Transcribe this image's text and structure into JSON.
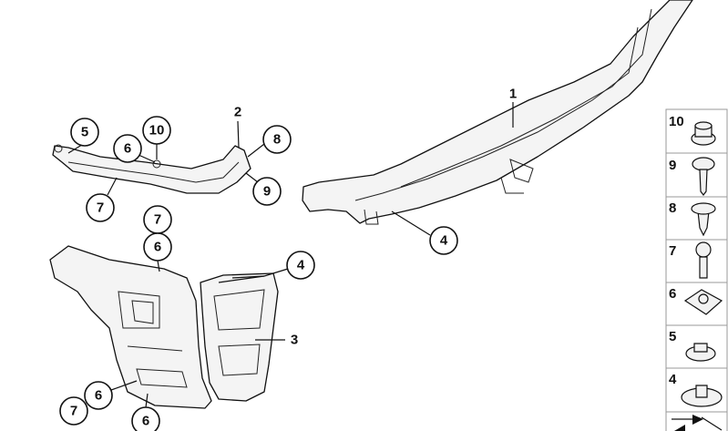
{
  "callouts": [
    {
      "id": "1",
      "style": "text"
    },
    {
      "id": "2",
      "style": "text"
    },
    {
      "id": "3",
      "style": "text"
    },
    {
      "id": "5",
      "style": "circle"
    },
    {
      "id": "6",
      "style": "circle"
    },
    {
      "id": "10",
      "style": "circle"
    },
    {
      "id": "8",
      "style": "circle"
    },
    {
      "id": "9",
      "style": "circle"
    },
    {
      "id": "7",
      "style": "circle"
    },
    {
      "id": "7",
      "style": "circle"
    },
    {
      "id": "6",
      "style": "circle"
    },
    {
      "id": "4",
      "style": "circle"
    },
    {
      "id": "4",
      "style": "circle"
    },
    {
      "id": "7",
      "style": "circle"
    },
    {
      "id": "6",
      "style": "circle"
    },
    {
      "id": "6",
      "style": "circle"
    }
  ],
  "legend": [
    {
      "number": "10",
      "icon": "hex-collar-nut-icon"
    },
    {
      "number": "9",
      "icon": "washer-screw-icon"
    },
    {
      "number": "8",
      "icon": "expanding-rivet-icon"
    },
    {
      "number": "7",
      "icon": "hex-bolt-icon"
    },
    {
      "number": "6",
      "icon": "clip-nut-icon"
    },
    {
      "number": "5",
      "icon": "flange-nut-icon"
    },
    {
      "number": "4",
      "icon": "washer-nut-icon"
    },
    {
      "number": "",
      "icon": "direction-arrow-icon"
    }
  ]
}
